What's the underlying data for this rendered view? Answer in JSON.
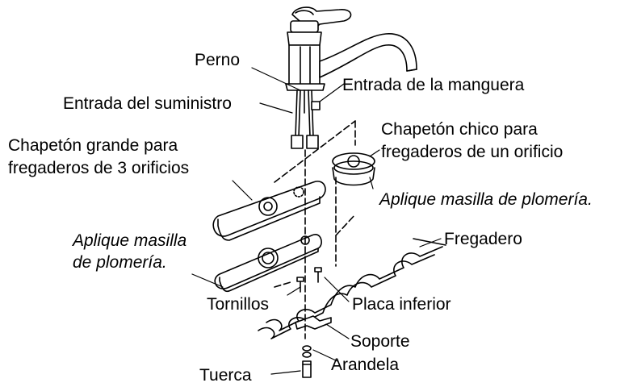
{
  "labels": {
    "perno": "Perno",
    "entrada_manguera": "Entrada de la manguera",
    "entrada_suministro": "Entrada del suministro",
    "chapeton_chico_1": "Chapetón chico para",
    "chapeton_chico_2": "fregaderos de un orificio",
    "chapeton_grande_1": "Chapetón grande para",
    "chapeton_grande_2": "fregaderos de 3 orificios",
    "masilla_derecha": "Aplique masilla de plomería.",
    "masilla_izq_1": "Aplique masilla",
    "masilla_izq_2": "de plomería.",
    "fregadero": "Fregadero",
    "tornillos": "Tornillos",
    "placa_inferior": "Placa inferior",
    "soporte": "Soporte",
    "arandela": "Arandela",
    "tuerca": "Tuerca"
  }
}
